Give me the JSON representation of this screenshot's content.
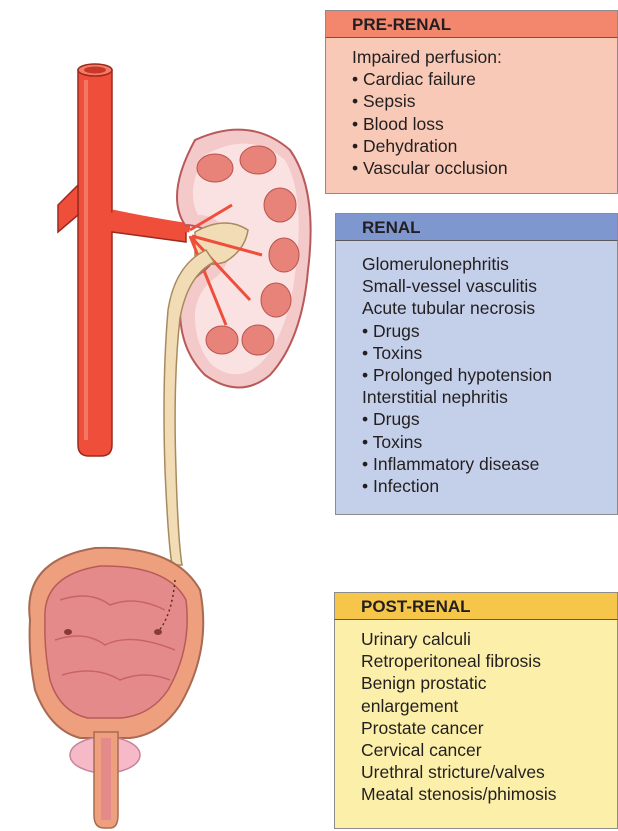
{
  "colors": {
    "pre_renal_header": "#f2876e",
    "pre_renal_body": "#f8c9b6",
    "renal_header": "#7f97cf",
    "renal_body": "#c4d0ea",
    "post_renal_header": "#f6c64a",
    "post_renal_body": "#fbefa9",
    "artery": "#ee4e3a",
    "ureter": "#f2dcb6",
    "bladder_wall": "#eea07e",
    "bladder_lumen": "#e58a8a"
  },
  "illustration_parts": [
    "aorta",
    "renal-artery",
    "kidney",
    "ureter",
    "bladder",
    "prostate",
    "urethra"
  ],
  "pre_renal": {
    "title": "PRE-RENAL",
    "items": [
      "Impaired perfusion:",
      "• Cardiac failure",
      "• Sepsis",
      "• Blood loss",
      "• Dehydration",
      "• Vascular occlusion"
    ]
  },
  "renal": {
    "title": "RENAL",
    "items": [
      "Glomerulonephritis",
      "Small-vessel vasculitis",
      "Acute tubular necrosis",
      "• Drugs",
      "• Toxins",
      "• Prolonged hypotension",
      "Interstitial nephritis",
      "• Drugs",
      "• Toxins",
      "• Inflammatory disease",
      "• Infection"
    ]
  },
  "post_renal": {
    "title": "POST-RENAL",
    "items": [
      "Urinary calculi",
      "Retroperitoneal fibrosis",
      "Benign prostatic",
      "enlargement",
      "Prostate cancer",
      "Cervical cancer",
      "Urethral stricture/valves",
      "Meatal stenosis/phimosis"
    ]
  }
}
